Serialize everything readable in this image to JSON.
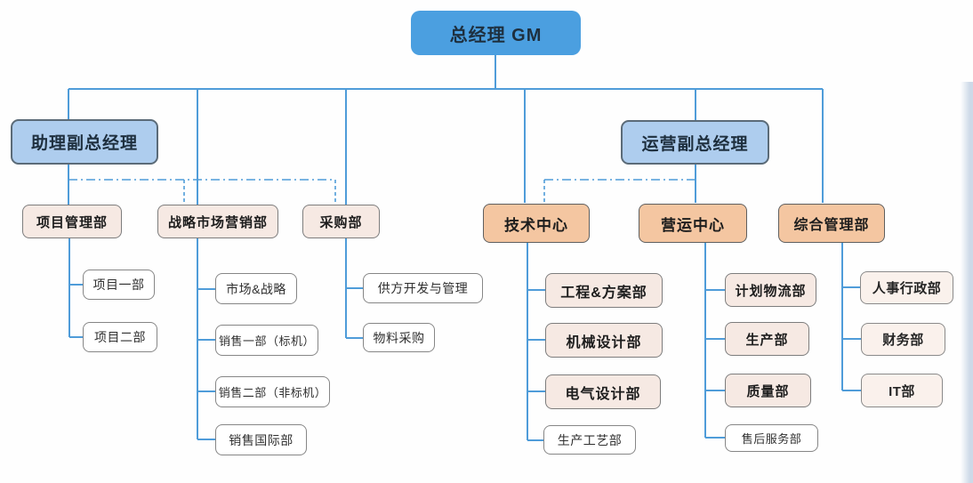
{
  "chart_title": "",
  "colors": {
    "line_blue": "#4f9cd9",
    "gm_fill": "#4b9fe0",
    "vp_fill": "#aecdee",
    "dept_pink_fill": "#f6e9e3",
    "center_peach_fill": "#f4c6a1",
    "sub_white_fill": "#ffffff",
    "sub_lightpink_fill": "#faf1ec"
  },
  "org": {
    "root": {
      "label": "总经理 GM"
    },
    "vice": [
      {
        "label": "助理副总经理"
      },
      {
        "label": "运营副总经理"
      }
    ],
    "departments": [
      {
        "label": "项目管理部",
        "children": [
          {
            "label": "项目一部"
          },
          {
            "label": "项目二部"
          }
        ]
      },
      {
        "label": "战略市场营销部",
        "children": [
          {
            "label": "市场&战略"
          },
          {
            "label": "销售一部（标机）"
          },
          {
            "label": "销售二部（非标机）"
          },
          {
            "label": "销售国际部"
          }
        ]
      },
      {
        "label": "采购部",
        "children": [
          {
            "label": "供方开发与管理"
          },
          {
            "label": "物料采购"
          }
        ]
      },
      {
        "label": "技术中心",
        "children": [
          {
            "label": "工程&方案部"
          },
          {
            "label": "机械设计部"
          },
          {
            "label": "电气设计部"
          },
          {
            "label": "生产工艺部"
          }
        ]
      },
      {
        "label": "营运中心",
        "children": [
          {
            "label": "计划物流部"
          },
          {
            "label": "生产部"
          },
          {
            "label": "质量部"
          },
          {
            "label": "售后服务部"
          }
        ]
      },
      {
        "label": "综合管理部",
        "children": [
          {
            "label": "人事行政部"
          },
          {
            "label": "财务部"
          },
          {
            "label": "IT部"
          }
        ]
      }
    ]
  }
}
